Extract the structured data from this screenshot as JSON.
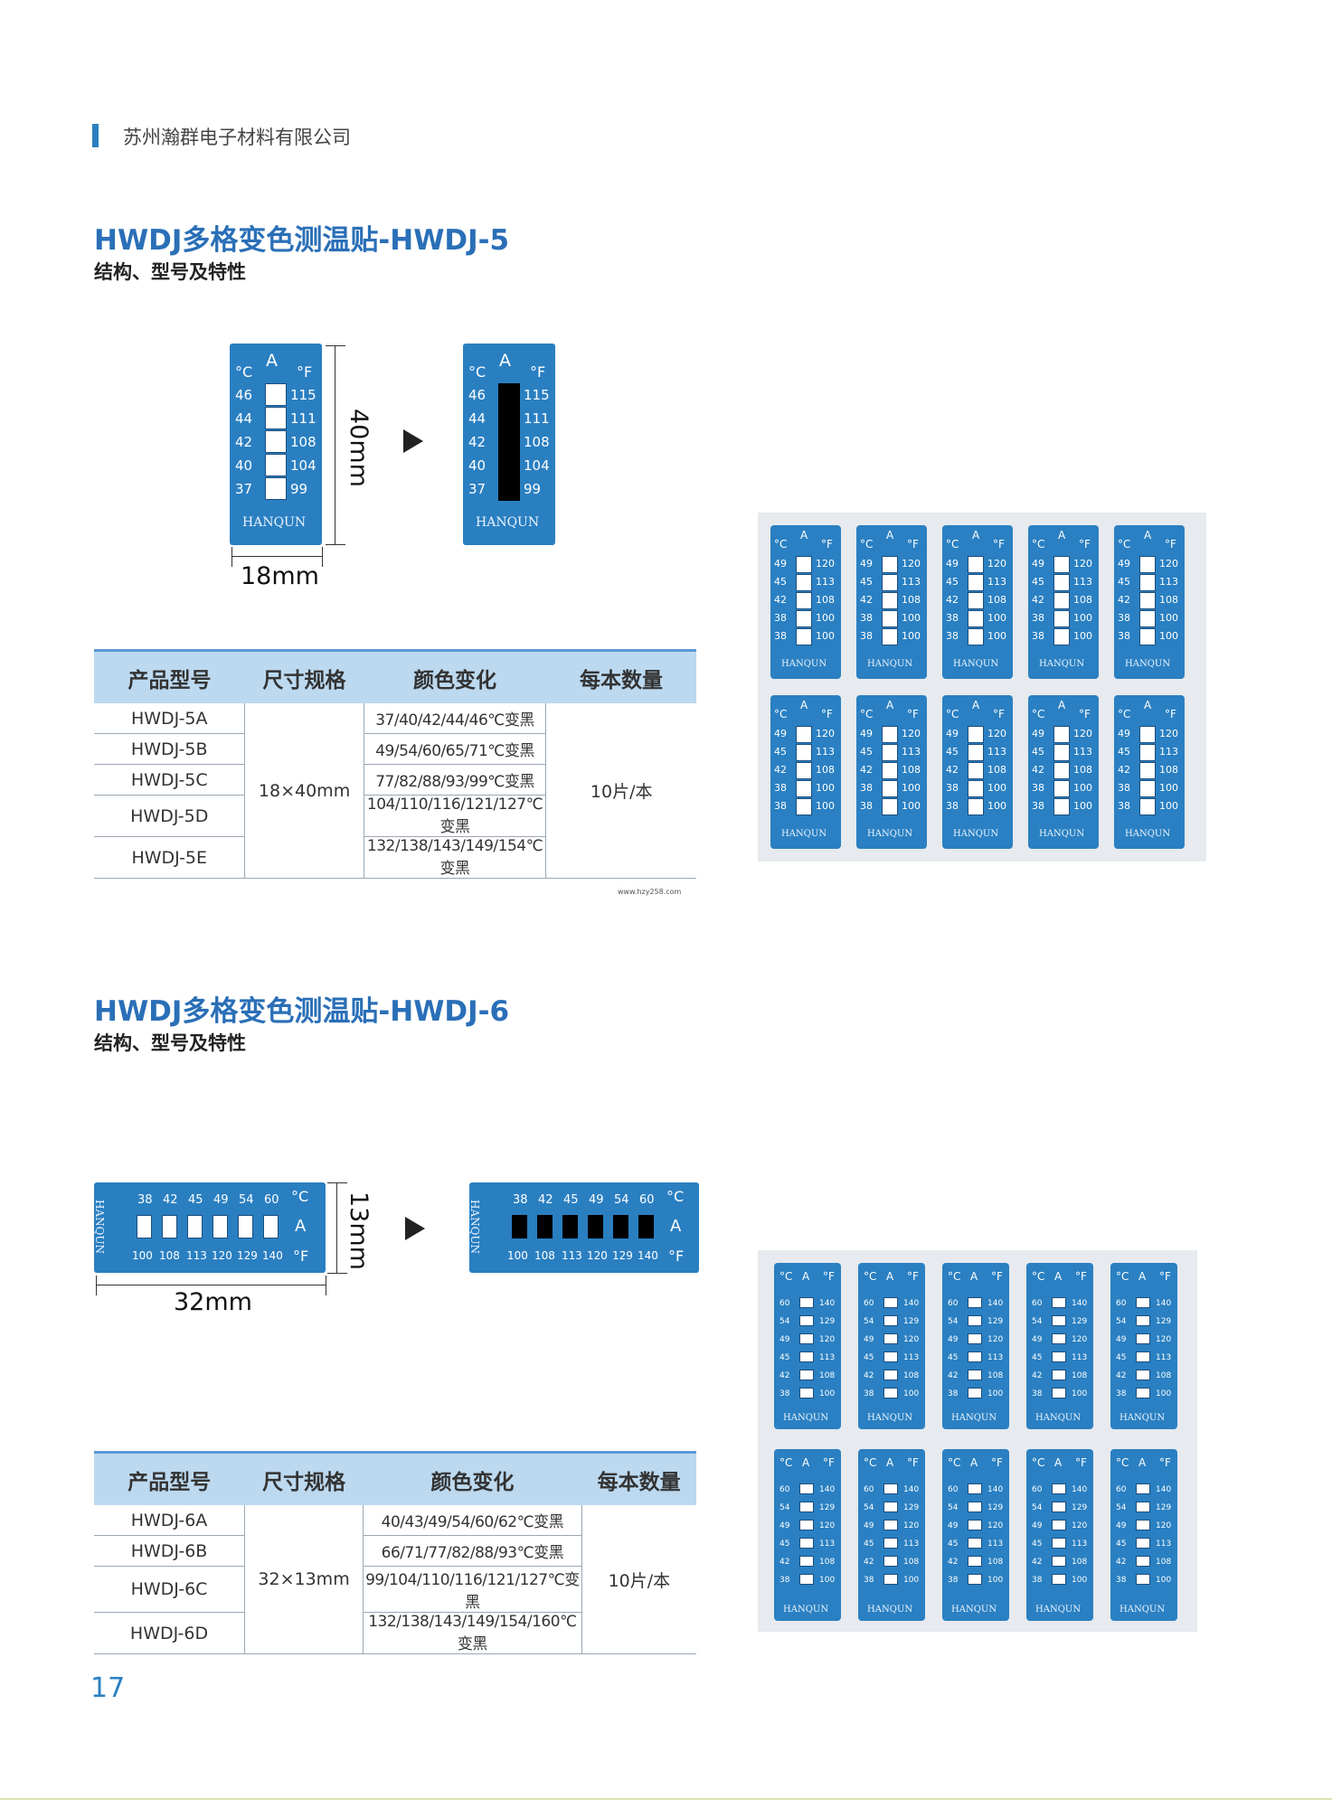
{
  "header": {
    "company": "苏州瀚群电子材料有限公司"
  },
  "section5": {
    "title": "HWDJ多格变色测温贴-HWDJ-5",
    "subtitle": "结构、型号及特性",
    "label": {
      "letter": "A",
      "unit_c": "°C",
      "unit_f": "°F",
      "celsius": [
        "46",
        "44",
        "42",
        "40",
        "37"
      ],
      "fahrenheit": [
        "115",
        "111",
        "108",
        "104",
        "99"
      ],
      "logo": "HANQUN"
    },
    "dim_height": "40mm",
    "dim_width": "18mm",
    "table": {
      "headers": [
        "产品型号",
        "尺寸规格",
        "颜色变化",
        "每本数量"
      ],
      "models": [
        "HWDJ-5A",
        "HWDJ-5B",
        "HWDJ-5C",
        "HWDJ-5D",
        "HWDJ-5E"
      ],
      "size": "18×40mm",
      "changes": [
        "37/40/42/44/46℃变黑",
        "49/54/60/65/71℃变黑",
        "77/82/88/93/99℃变黑",
        "104/110/116/121/127℃变黑",
        "132/138/143/149/154℃变黑"
      ],
      "qty": "10片/本"
    },
    "photo_label": {
      "celsius": [
        "49",
        "45",
        "42",
        "38",
        "38"
      ],
      "fahrenheit": [
        "120",
        "113",
        "108",
        "100",
        "100"
      ],
      "logo": "HANQUN"
    },
    "watermark": "www.hzy258.com"
  },
  "section6": {
    "title": "HWDJ多格变色测温贴-HWDJ-6",
    "subtitle": "结构、型号及特性",
    "label": {
      "letter": "A",
      "unit_c": "°C",
      "unit_f": "°F",
      "celsius": [
        "38",
        "42",
        "45",
        "49",
        "54",
        "60"
      ],
      "fahrenheit": [
        "100",
        "108",
        "113",
        "120",
        "129",
        "140"
      ],
      "logo": "HANQUN"
    },
    "dim_height": "13mm",
    "dim_width": "32mm",
    "table": {
      "headers": [
        "产品型号",
        "尺寸规格",
        "颜色变化",
        "每本数量"
      ],
      "models": [
        "HWDJ-6A",
        "HWDJ-6B",
        "HWDJ-6C",
        "HWDJ-6D"
      ],
      "size": "32×13mm",
      "changes": [
        "40/43/49/54/60/62℃变黑",
        "66/71/77/82/88/93℃变黑",
        "99/104/110/116/121/127℃变黑",
        "132/138/143/149/154/160℃变黑"
      ],
      "qty": "10片/本"
    }
  },
  "footer": {
    "page_number": "17"
  },
  "colors": {
    "brand_blue": "#2a7fc1",
    "title_blue": "#2a6fb7",
    "table_header": "#bcd9f0",
    "photo_bg": "#e7eaee"
  }
}
